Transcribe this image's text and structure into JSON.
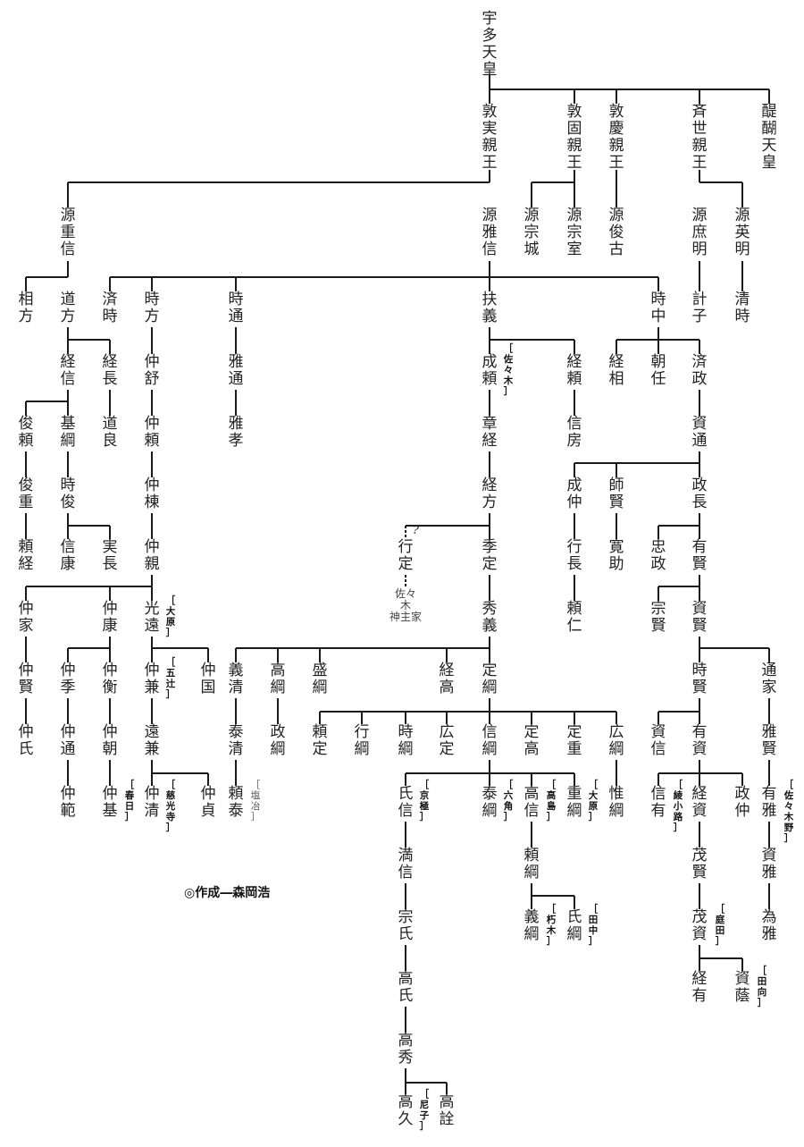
{
  "credit": "◎作成―森岡浩",
  "names": [
    {
      "id": "uda",
      "t": "宇多天皇"
    },
    {
      "id": "atsumi",
      "t": "敦実親王"
    },
    {
      "id": "atsukata",
      "t": "敦固親王"
    },
    {
      "id": "atsuyoshi",
      "t": "敦慶親王"
    },
    {
      "id": "tokiyo",
      "t": "斉世親王"
    },
    {
      "id": "daigo",
      "t": "醍醐天皇"
    },
    {
      "id": "shigenobu",
      "t": "源\n重信"
    },
    {
      "id": "masanobu",
      "t": "源\n雅信"
    },
    {
      "id": "muneki",
      "t": "源\n宗城"
    },
    {
      "id": "muneie",
      "t": "源\n宗室"
    },
    {
      "id": "toshifuru",
      "t": "源\n俊古"
    },
    {
      "id": "moroakira",
      "t": "源\n庶明"
    },
    {
      "id": "hideakira",
      "t": "源\n英明"
    },
    {
      "id": "sukekata",
      "t": "相方"
    },
    {
      "id": "michikata",
      "t": "道方"
    },
    {
      "id": "naritoki",
      "t": "済時"
    },
    {
      "id": "tokikata",
      "t": "時方"
    },
    {
      "id": "tokimichi",
      "t": "時通"
    },
    {
      "id": "sukenori",
      "t": "扶義"
    },
    {
      "id": "tokinaka",
      "t": "時中"
    },
    {
      "id": "kazuko",
      "t": "計子"
    },
    {
      "id": "kiyotoki",
      "t": "清時"
    },
    {
      "id": "tsunenobu",
      "t": "経信"
    },
    {
      "id": "tsunenaga",
      "t": "経長"
    },
    {
      "id": "nakanobu",
      "t": "仲舒"
    },
    {
      "id": "masamichi",
      "t": "雅通"
    },
    {
      "id": "naritoshi",
      "t": "成頼"
    },
    {
      "id": "tsuneyori",
      "t": "経頼"
    },
    {
      "id": "tsunesuke",
      "t": "経相"
    },
    {
      "id": "asato",
      "t": "朝任"
    },
    {
      "id": "narimasa",
      "t": "済政"
    },
    {
      "id": "toshiyori",
      "t": "俊頼"
    },
    {
      "id": "motoyuki",
      "t": "基綱"
    },
    {
      "id": "michiyoshi",
      "t": "道良"
    },
    {
      "id": "nakayori",
      "t": "仲頼"
    },
    {
      "id": "masataka",
      "t": "雅孝"
    },
    {
      "id": "noritsune",
      "t": "章経"
    },
    {
      "id": "nobufusa",
      "t": "信房"
    },
    {
      "id": "sukemichi",
      "t": "資通"
    },
    {
      "id": "toshishige",
      "t": "俊重"
    },
    {
      "id": "tokitoshi",
      "t": "時俊"
    },
    {
      "id": "nakamune",
      "t": "仲棟"
    },
    {
      "id": "tsunekata",
      "t": "経方"
    },
    {
      "id": "narinaka",
      "t": "成仲"
    },
    {
      "id": "morokata",
      "t": "師賢"
    },
    {
      "id": "masanaga",
      "t": "政長"
    },
    {
      "id": "yoritsune",
      "t": "頼経"
    },
    {
      "id": "nobuyasu",
      "t": "信康"
    },
    {
      "id": "sanenaga",
      "t": "実長"
    },
    {
      "id": "nakachika",
      "t": "仲親"
    },
    {
      "id": "yukisada",
      "t": "行定"
    },
    {
      "id": "suesada",
      "t": "季定"
    },
    {
      "id": "yukinaga",
      "t": "行長"
    },
    {
      "id": "hirosuke",
      "t": "寛助"
    },
    {
      "id": "tadamasa",
      "t": "忠政"
    },
    {
      "id": "arikata",
      "t": "有賢"
    },
    {
      "id": "nakaie",
      "t": "仲家"
    },
    {
      "id": "nakayasu",
      "t": "仲康"
    },
    {
      "id": "mitsutoo",
      "t": "光遠"
    },
    {
      "id": "hideyoshi",
      "t": "秀義"
    },
    {
      "id": "yorihito",
      "t": "頼仁"
    },
    {
      "id": "munekata",
      "t": "宗賢"
    },
    {
      "id": "sukekata2",
      "t": "資賢"
    },
    {
      "id": "nakakata",
      "t": "仲賢"
    },
    {
      "id": "nakasue",
      "t": "仲季"
    },
    {
      "id": "nakahira",
      "t": "仲衡"
    },
    {
      "id": "nakakane",
      "t": "仲兼"
    },
    {
      "id": "nakakuni",
      "t": "仲国"
    },
    {
      "id": "yoshikiyo",
      "t": "義清"
    },
    {
      "id": "takatsuna",
      "t": "高綱"
    },
    {
      "id": "moritsuna",
      "t": "盛綱"
    },
    {
      "id": "tsunetaka",
      "t": "経高"
    },
    {
      "id": "sadatsuna",
      "t": "定綱"
    },
    {
      "id": "tokikata2",
      "t": "時賢"
    },
    {
      "id": "michiie",
      "t": "通家"
    },
    {
      "id": "nakauji",
      "t": "仲氏"
    },
    {
      "id": "nakamichi",
      "t": "仲通"
    },
    {
      "id": "nakatomo",
      "t": "仲朝"
    },
    {
      "id": "tookane",
      "t": "遠兼"
    },
    {
      "id": "yasukiyo",
      "t": "泰清"
    },
    {
      "id": "masatsuna",
      "t": "政綱"
    },
    {
      "id": "yorisada",
      "t": "頼定"
    },
    {
      "id": "yukitsuna",
      "t": "行綱"
    },
    {
      "id": "tokitsuna",
      "t": "時綱"
    },
    {
      "id": "hirosada",
      "t": "広定"
    },
    {
      "id": "nobutsuna",
      "t": "信綱"
    },
    {
      "id": "sadataka",
      "t": "定高"
    },
    {
      "id": "sadashige",
      "t": "定重"
    },
    {
      "id": "hirotsuna",
      "t": "広綱"
    },
    {
      "id": "sukenobu",
      "t": "資信"
    },
    {
      "id": "arisuke",
      "t": "有資"
    },
    {
      "id": "masakata",
      "t": "雅賢"
    },
    {
      "id": "nakanori",
      "t": "仲範"
    },
    {
      "id": "nakamoto",
      "t": "仲基"
    },
    {
      "id": "nakakiyo",
      "t": "仲清"
    },
    {
      "id": "nakasada",
      "t": "仲貞"
    },
    {
      "id": "yoriyasu",
      "t": "頼泰"
    },
    {
      "id": "ujinobu",
      "t": "氏信"
    },
    {
      "id": "yasutsuna",
      "t": "泰綱"
    },
    {
      "id": "takanobu",
      "t": "高信"
    },
    {
      "id": "shigetsuna",
      "t": "重綱"
    },
    {
      "id": "koretsuna",
      "t": "惟綱"
    },
    {
      "id": "nobuari",
      "t": "信有"
    },
    {
      "id": "tsunesuke2",
      "t": "経資"
    },
    {
      "id": "masanaka",
      "t": "政仲"
    },
    {
      "id": "arimasa",
      "t": "有雅"
    },
    {
      "id": "mitsunobu",
      "t": "満信"
    },
    {
      "id": "yoritsuna",
      "t": "頼綱"
    },
    {
      "id": "shigekata",
      "t": "茂賢"
    },
    {
      "id": "sukemasa",
      "t": "資雅"
    },
    {
      "id": "muneuji",
      "t": "宗氏"
    },
    {
      "id": "yoshitsuna",
      "t": "義綱"
    },
    {
      "id": "ujitsuna",
      "t": "氏綱"
    },
    {
      "id": "shigesuke",
      "t": "茂資"
    },
    {
      "id": "tamemasa",
      "t": "為雅"
    },
    {
      "id": "takauji",
      "t": "高氏"
    },
    {
      "id": "tsuneari",
      "t": "経有"
    },
    {
      "id": "sukekage",
      "t": "資蔭"
    },
    {
      "id": "takahide",
      "t": "高秀"
    },
    {
      "id": "takahisa",
      "t": "高久"
    },
    {
      "id": "takanori",
      "t": "高詮"
    },
    {
      "id": "kannushi",
      "t": "佐々\n木\n神主家"
    }
  ],
  "tags": [
    {
      "id": "sasaki",
      "t": "［佐々木］"
    },
    {
      "id": "ohara1",
      "t": "［大原］"
    },
    {
      "id": "gotsuji",
      "t": "［五辻］"
    },
    {
      "id": "kasuga",
      "t": "［春日］"
    },
    {
      "id": "jikoji",
      "t": "［慈光寺］"
    },
    {
      "id": "shioji",
      "t": "［塩冶］"
    },
    {
      "id": "kyogoku",
      "t": "［京極］"
    },
    {
      "id": "rokkaku",
      "t": "［六角］"
    },
    {
      "id": "takashima",
      "t": "［高島］"
    },
    {
      "id": "ohara2",
      "t": "［大原］"
    },
    {
      "id": "ayanokoji",
      "t": "［綾小路］"
    },
    {
      "id": "sasakino",
      "t": "［佐々木野］"
    },
    {
      "id": "kutsuki",
      "t": "［朽木］"
    },
    {
      "id": "tanaka",
      "t": "［田中］"
    },
    {
      "id": "niwata",
      "t": "［庭田］"
    },
    {
      "id": "hyuga",
      "t": "［田向］"
    },
    {
      "id": "amago",
      "t": "［尼子］"
    }
  ],
  "unknown_mark": "?",
  "colors": {
    "line": "#1a1a1a",
    "text": "#222222",
    "muted": "#555555"
  }
}
